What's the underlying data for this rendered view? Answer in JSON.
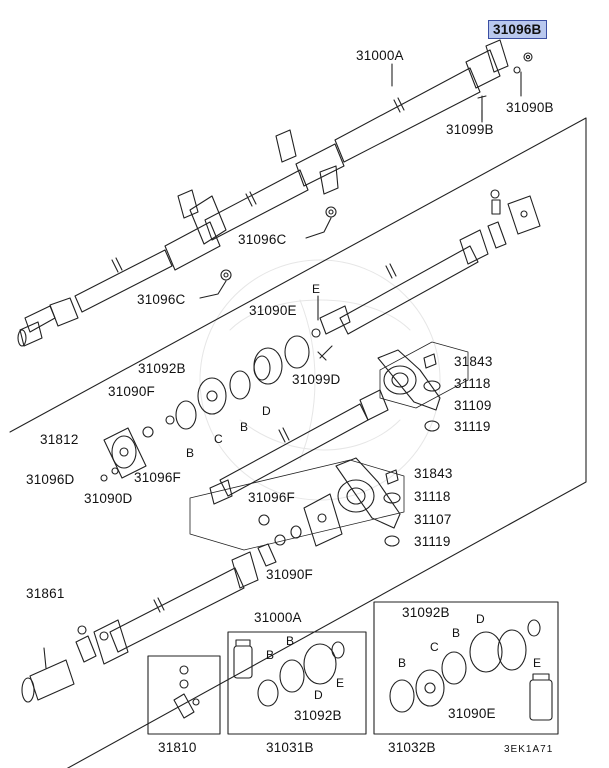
{
  "highlighted_part": "31096B",
  "labels": {
    "p31096B": "31096B",
    "p31000A_top": "31000A",
    "p31090B": "31090B",
    "p31099B": "31099B",
    "p31096C_a": "31096C",
    "p31096C_b": "31096C",
    "letter_E_top": "E",
    "p31090E_top": "31090E",
    "p31092B_mid": "31092B",
    "p31099D": "31099D",
    "p31090F_a": "31090F",
    "p31843_a": "31843",
    "p31118_a": "31118",
    "p31109": "31109",
    "p31119_a": "31119",
    "p31812": "31812",
    "letter_B_1": "B",
    "letter_C_1": "C",
    "letter_B_2": "B",
    "letter_D_1": "D",
    "p31096D": "31096D",
    "p31096F_a": "31096F",
    "p31090D": "31090D",
    "p31096F_b": "31096F",
    "p31843_b": "31843",
    "p31118_b": "31118",
    "p31107": "31107",
    "p31119_b": "31119",
    "p31090F_b": "31090F",
    "p31861": "31861",
    "p31000A_bottom": "31000A",
    "p31092B_r": "31092B",
    "letter_B_k1": "B",
    "letter_B_k2": "B",
    "letter_D_k": "D",
    "letter_E_k": "E",
    "p31092B_k": "31092B",
    "letter_B_r1": "B",
    "letter_C_r": "C",
    "letter_B_r2": "B",
    "letter_D_r": "D",
    "letter_E_r": "E",
    "p31090E_r": "31090E",
    "p31810": "31810",
    "p31031B": "31031B",
    "p31032B": "31032B",
    "diagram_code": "3EK1A71"
  }
}
